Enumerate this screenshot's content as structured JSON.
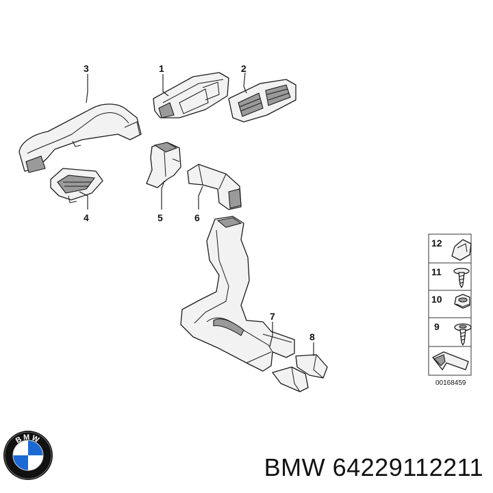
{
  "callouts": {
    "c1": "1",
    "c2": "2",
    "c3": "3",
    "c4": "4",
    "c5": "5",
    "c6": "6",
    "c7": "7",
    "c8": "8"
  },
  "legend": {
    "n12": "12",
    "n11": "11",
    "n10": "10",
    "n9": "9"
  },
  "ref_code": "00168459",
  "logo": {
    "text": "BMW",
    "colors": {
      "blue": "#1c69d4",
      "ring": "#111111",
      "white": "#ffffff"
    }
  },
  "caption": "BMW 64229112211"
}
